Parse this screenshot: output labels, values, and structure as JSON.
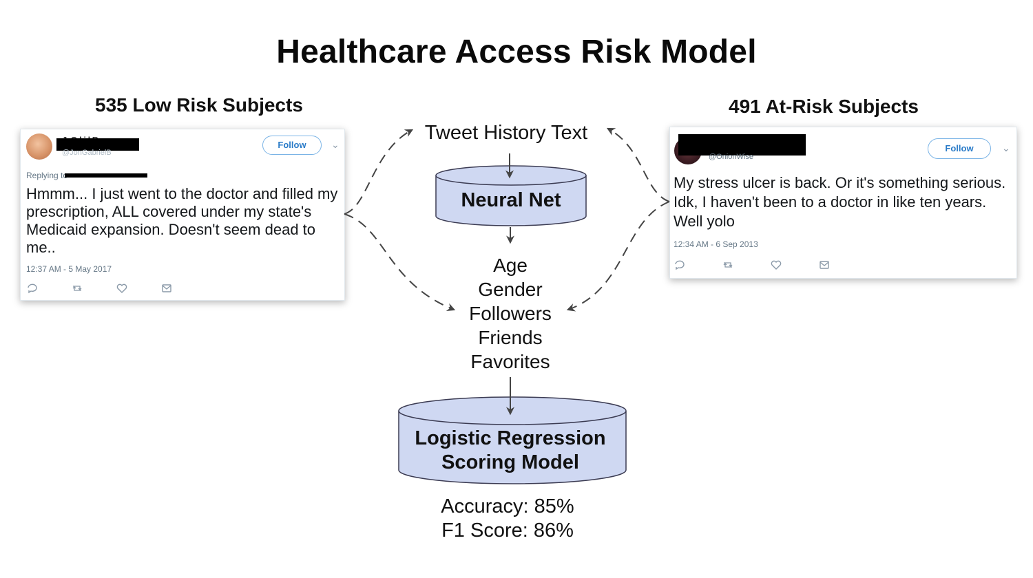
{
  "title": "Healthcare Access Risk Model",
  "left_group": {
    "label": "535 Low Risk Subjects",
    "tweet": {
      "follow_label": "Follow",
      "replying_prefix": "Replying to",
      "body": "Hmmm... I just went to the doctor and filled my prescription, ALL covered under my state's Medicaid expansion. Doesn't seem dead to me..",
      "timestamp": "12:37 AM - 5 May 2017"
    }
  },
  "right_group": {
    "label": "491 At-Risk Subjects",
    "tweet": {
      "follow_label": "Follow",
      "body": "My stress ulcer is back. Or it's something serious. Idk, I haven't been to a doctor in like ten years. Well yolo",
      "timestamp": "12:34 AM - 6 Sep 2013"
    }
  },
  "diagram": {
    "input_text": "Tweet History Text",
    "neural_net": "Neural Net",
    "features": [
      "Age",
      "Gender",
      "Followers",
      "Friends",
      "Favorites"
    ],
    "model_line1": "Logistic Regression",
    "model_line2": "Scoring Model",
    "accuracy": "Accuracy: 85%",
    "f1": "F1 Score: 86%"
  },
  "colors": {
    "drum_fill": "#cfd8f2",
    "drum_stroke": "#3b3b52",
    "arrow": "#444444",
    "follow_blue": "#2a7bc8"
  },
  "icons": [
    "reply-icon",
    "retweet-icon",
    "like-icon",
    "dm-icon",
    "chevron-down-icon"
  ]
}
